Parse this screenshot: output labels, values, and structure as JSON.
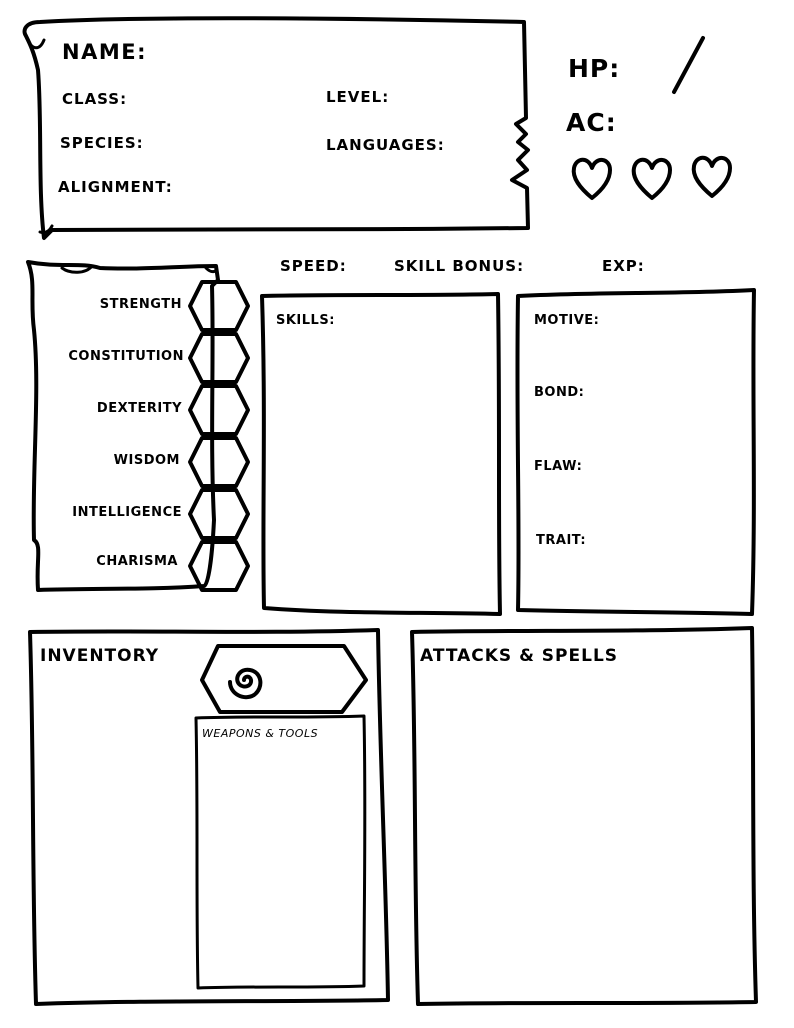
{
  "header": {
    "name_label": "NAME:",
    "class_label": "CLASS:",
    "level_label": "LEVEL:",
    "species_label": "SPECIES:",
    "languages_label": "LANGUAGES:",
    "alignment_label": "ALIGNMENT:"
  },
  "vitals": {
    "hp_label": "HP:",
    "hp_separator": "/",
    "ac_label": "AC:",
    "hearts": [
      "heart-icon",
      "heart-icon",
      "heart-icon"
    ]
  },
  "stats": {
    "speed_label": "SPEED:",
    "skill_bonus_label": "SKILL BONUS:",
    "exp_label": "EXP:",
    "abilities": [
      "STRENGTH",
      "CONSTITUTION",
      "DEXTERITY",
      "WISDOM",
      "INTELLIGENCE",
      "CHARISMA"
    ]
  },
  "skills": {
    "label": "SKILLS:"
  },
  "personality": {
    "motive_label": "MOTIVE:",
    "bond_label": "BOND:",
    "flaw_label": "FLAW:",
    "trait_label": "TRAIT:"
  },
  "inventory": {
    "label": "INVENTORY",
    "coin_icon": "spiral-icon",
    "weapons_label": "WEAPONS & TOOLS"
  },
  "attacks": {
    "label": "ATTACKS & SPELLS"
  }
}
